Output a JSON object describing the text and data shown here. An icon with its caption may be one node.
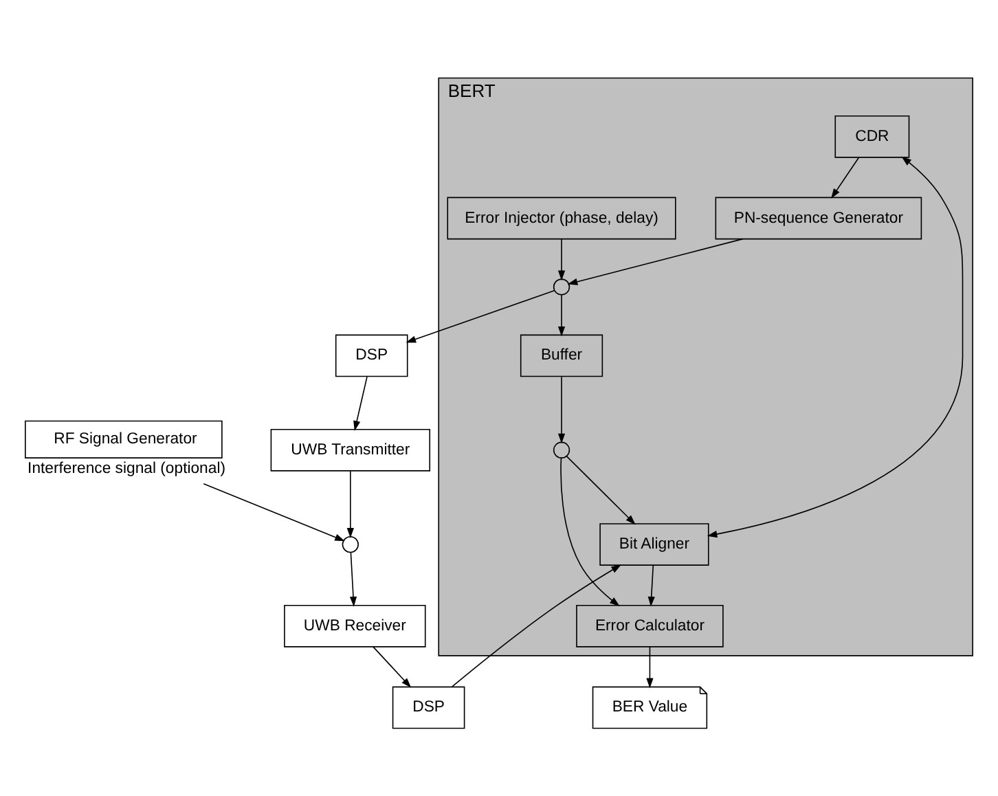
{
  "diagram": {
    "nodes": [
      {
        "text": [
          "RF Signal Generator"
        ],
        "beside": [
          "Interference signal (optional)"
        ]
      },
      {
        "text": [],
        "shape": "circle"
      },
      {
        "text": [
          "DSP"
        ]
      },
      {
        "text": [
          "UWB Transmitter"
        ]
      },
      {
        "text": [
          "UWB Receiver"
        ]
      },
      {
        "text": [
          "DSP"
        ]
      },
      {
        "text": [
          "BERT"
        ]
      },
      {
        "text": [
          "Error Injector (phase, delay)"
        ],
        "in": 6
      },
      {
        "text": [
          "CDR"
        ],
        "in": 6
      },
      {
        "text": [],
        "shape": "circle",
        "in": 6
      },
      {
        "text": [
          "Buffer"
        ],
        "in": 6
      },
      {
        "text": [],
        "shape": "circle",
        "in": 6
      },
      {
        "text": [
          "Bit Aligner"
        ],
        "in": 6
      },
      {
        "text": [
          "PN-sequence Generator"
        ],
        "in": 6
      },
      {
        "text": [
          "Error Calculator"
        ],
        "in": 6
      },
      {
        "text": [
          "BER Value"
        ]
      }
    ],
    "edges": [
      {
        "from": 0,
        "to": 1,
        "arrow": "to"
      },
      {
        "from": 3,
        "to": 1,
        "arrow": "to"
      },
      {
        "from": 1,
        "to": 4,
        "arrow": "to"
      },
      {
        "from": 2,
        "to": 3,
        "arrow": "to"
      },
      {
        "from": 4,
        "to": 5,
        "arrow": "to"
      },
      {
        "from": 9,
        "to": 2,
        "arrow": "to"
      },
      {
        "from": 5,
        "to": 12,
        "arrow": "to"
      },
      {
        "from": 7,
        "to": 9,
        "arrow": "to"
      },
      {
        "from": 13,
        "to": 9,
        "arrow": "to"
      },
      {
        "from": 9,
        "to": 10,
        "arrow": "to"
      },
      {
        "from": 10,
        "to": 11,
        "arrow": "to"
      },
      {
        "from": 11,
        "to": 12,
        "arrow": "to"
      },
      {
        "from": 11,
        "to": 14,
        "arrow": "to"
      },
      {
        "from": 8,
        "to": 12,
        "arrow": "both"
      },
      {
        "from": 8,
        "to": 13,
        "arrow": "to"
      },
      {
        "from": 12,
        "to": 14,
        "arrow": "to"
      },
      {
        "from": 14,
        "to": 15,
        "arrow": "to"
      }
    ]
  }
}
